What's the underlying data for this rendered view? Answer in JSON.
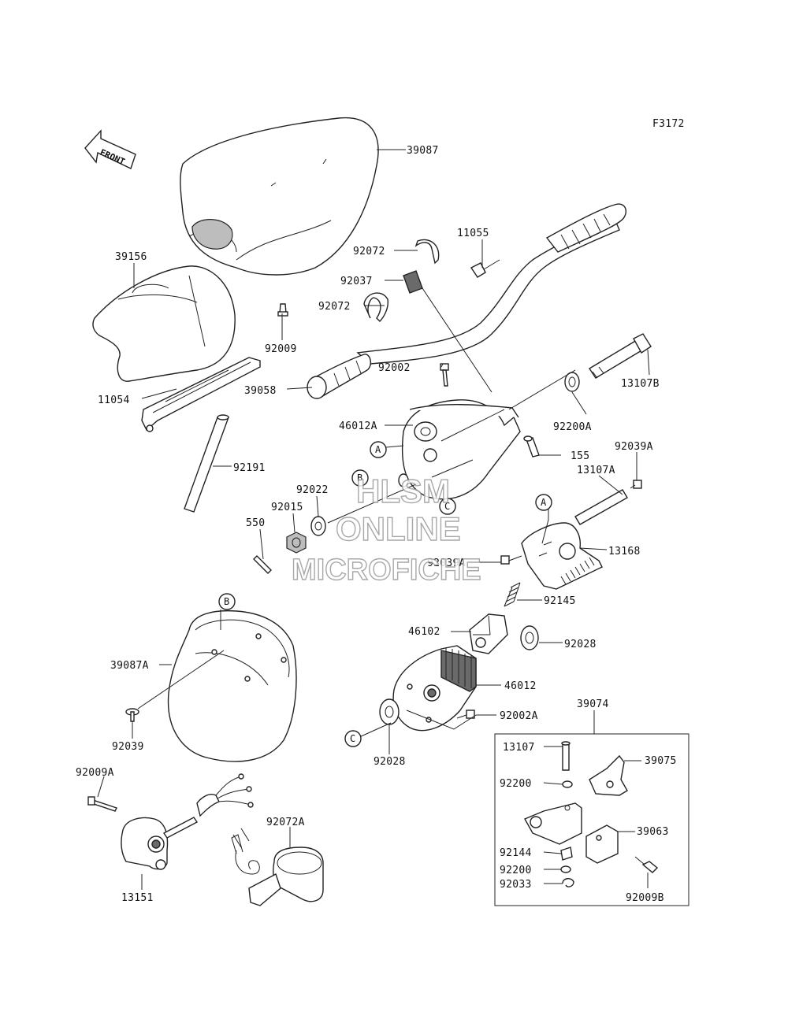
{
  "figure_code": "F3172",
  "front_arrow": {
    "label": "FRONT",
    "icon": "front-direction-arrow-icon"
  },
  "watermark": {
    "line1": "HLSM",
    "line2": "ONLINE",
    "line3": "MICROFICHE"
  },
  "parts": {
    "p39087": "39087",
    "p39156": "39156",
    "p92009": "92009",
    "p11054": "11054",
    "p92191": "92191",
    "p39058": "39058",
    "p92072_top": "92072",
    "p92037": "92037",
    "p92072_mid": "92072",
    "p11055": "11055",
    "p92002": "92002",
    "p46012A": "46012A",
    "p13107B": "13107B",
    "p92200A": "92200A",
    "p155": "155",
    "p92039A_top": "92039A",
    "p13107A": "13107A",
    "p92022": "92022",
    "p92015": "92015",
    "p550": "550",
    "p13168": "13168",
    "p92039A_mid": "92039A",
    "p92145": "92145",
    "p46102": "46102",
    "p92028_right": "92028",
    "p46012": "46012",
    "p92002A": "92002A",
    "p92028_left": "92028",
    "p39087A": "39087A",
    "p92039": "92039",
    "p92009A": "92009A",
    "p13151": "13151",
    "p92072A": "92072A",
    "p39074": "39074",
    "p13107": "13107",
    "p39075": "39075",
    "p92200_a": "92200",
    "p39063": "39063",
    "p92144": "92144",
    "p92200_b": "92200",
    "p92033": "92033",
    "p92009B": "92009B"
  },
  "callouts": {
    "A1": "A",
    "B1": "B",
    "C1": "C",
    "A2": "A",
    "B2": "B",
    "C2": "C"
  }
}
